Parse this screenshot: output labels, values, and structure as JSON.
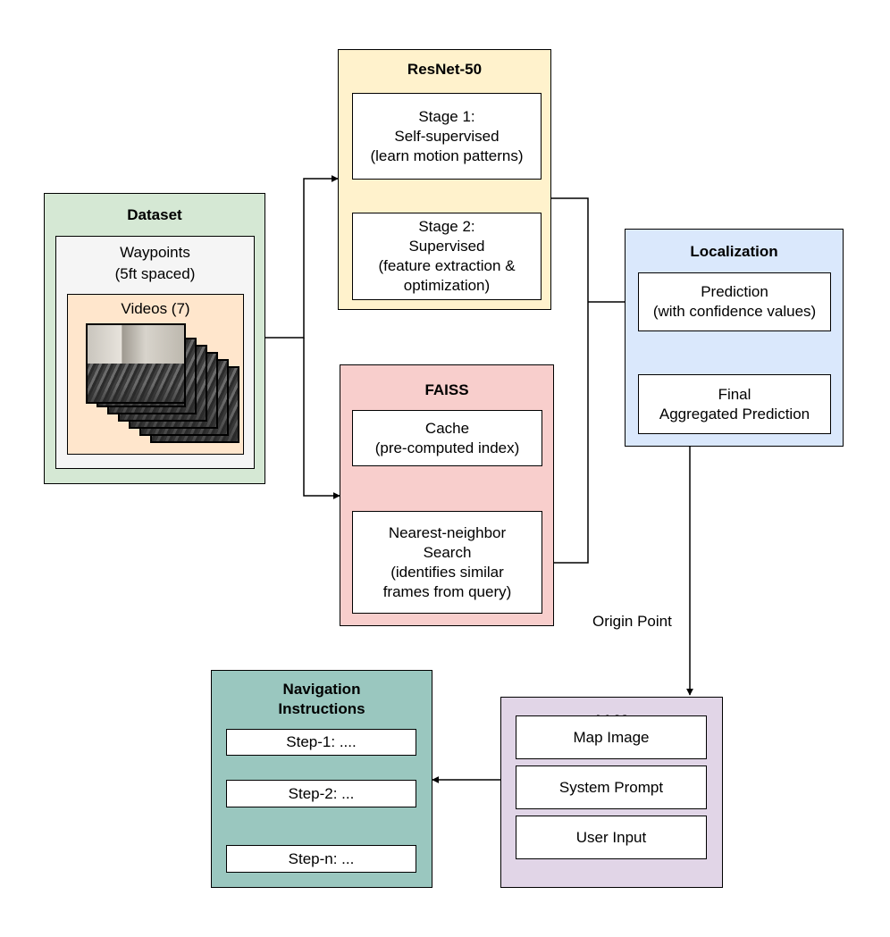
{
  "dataset": {
    "title": "Dataset",
    "waypoints": "Waypoints\n(5ft spaced)",
    "videos": "Videos (7)"
  },
  "resnet": {
    "title": "ResNet-50",
    "stage1": "Stage 1:\nSelf-supervised\n(learn motion patterns)",
    "stage2": "Stage 2:\nSupervised\n(feature extraction &\noptimization)"
  },
  "faiss": {
    "title": "FAISS",
    "cache": "Cache\n(pre-computed index)",
    "search": "Nearest-neighbor\nSearch\n(identifies similar\nframes from query)"
  },
  "localization": {
    "title": "Localization",
    "prediction": "Prediction\n(with confidence values)",
    "final": "Final\nAggregated Prediction"
  },
  "edge_label": "Origin Point",
  "llm": {
    "title": "LLM",
    "items": [
      "Map Image",
      "System Prompt",
      "User Input"
    ]
  },
  "navigation": {
    "title": "Navigation\nInstructions",
    "steps": [
      "Step-1: ....",
      "Step-2: ...",
      "Step-n: ..."
    ]
  },
  "colors": {
    "dataset_fill": "#d5e8d4",
    "waypoints_fill": "#f5f5f5",
    "videos_fill": "#ffe6cc",
    "resnet_fill": "#fff2cc",
    "faiss_fill": "#f8cecc",
    "localization_fill": "#dae8fc",
    "llm_fill": "#e1d5e7",
    "navigation_fill": "#9ac7bf"
  }
}
